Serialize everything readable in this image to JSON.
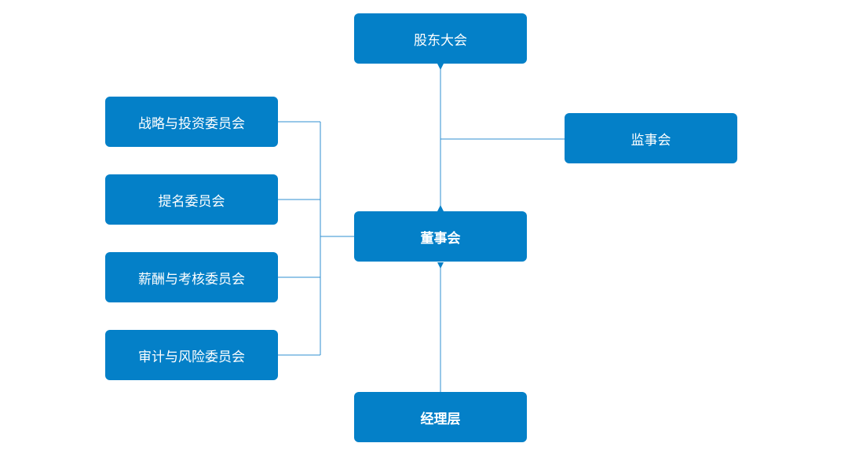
{
  "org_chart": {
    "shareholders_meeting": "股东大会",
    "supervisory_board": "监事会",
    "board_of_directors": "董事会",
    "management": "经理层",
    "committees": [
      "战略与投资委员会",
      "提名委员会",
      "薪酬与考核委员会",
      "审计与风险委员会"
    ]
  },
  "colors": {
    "node_fill": "#0480c8",
    "connector": "#2f8fd0"
  }
}
